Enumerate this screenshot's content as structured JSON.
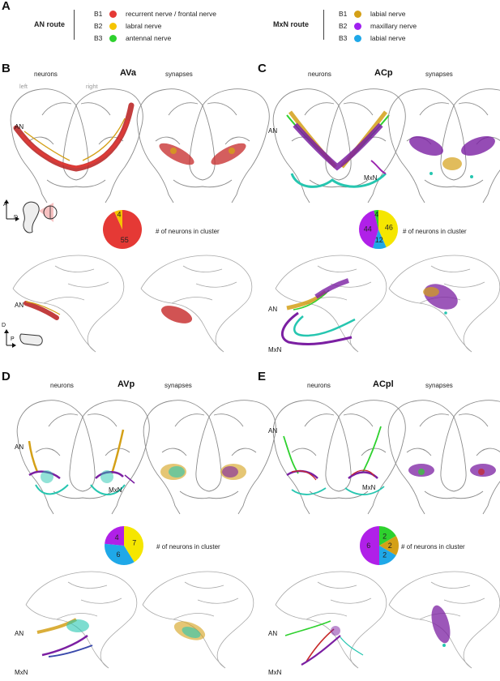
{
  "legend": {
    "an_route_label": "AN route",
    "mxn_route_label": "MxN route",
    "an_entries": [
      {
        "code": "B1",
        "name": "recurrent nerve / frontal nerve",
        "color": "#e53935"
      },
      {
        "code": "B2",
        "name": "labral nerve",
        "color": "#f5c400"
      },
      {
        "code": "B3",
        "name": "antennal nerve",
        "color": "#2ed12e"
      }
    ],
    "mxn_entries": [
      {
        "code": "B1",
        "name": "labial nerve",
        "color": "#d4a017"
      },
      {
        "code": "B2",
        "name": "maxillary nerve",
        "color": "#a020f0"
      },
      {
        "code": "B3",
        "name": "labial nerve",
        "color": "#1fa8e8"
      }
    ]
  },
  "panels": {
    "A": {
      "letter": "A"
    },
    "B": {
      "letter": "B",
      "cluster": "AVa",
      "neurons_label": "neurons",
      "synapses_label": "synapses",
      "left_label": "left",
      "right_label": "right",
      "an_label": "AN",
      "axis_top": "A",
      "axis_top_side": "D",
      "axis_bottom": "D",
      "axis_bottom_side": "P",
      "pie_caption": "# of neurons in cluster"
    },
    "C": {
      "letter": "C",
      "cluster": "ACp",
      "neurons_label": "neurons",
      "synapses_label": "synapses",
      "an_label": "AN",
      "mxn_label": "MxN",
      "pie_caption": "# of neurons in cluster"
    },
    "D": {
      "letter": "D",
      "cluster": "AVp",
      "neurons_label": "neurons",
      "synapses_label": "synapses",
      "an_label": "AN",
      "mxn_label": "MxN",
      "pie_caption": "# of neurons in cluster"
    },
    "E": {
      "letter": "E",
      "cluster": "ACpl",
      "neurons_label": "neurons",
      "synapses_label": "synapses",
      "an_label": "AN",
      "mxn_label": "MxN",
      "pie_caption": "# of neurons in cluster"
    }
  },
  "chart_data": [
    {
      "type": "pie",
      "panel": "B",
      "slices": [
        {
          "value": 55,
          "color": "#e53935",
          "label": "55"
        },
        {
          "value": 4,
          "color": "#f5c400",
          "label": "4"
        }
      ]
    },
    {
      "type": "pie",
      "panel": "C",
      "slices": [
        {
          "value": 46,
          "color": "#f5e600",
          "label": "46"
        },
        {
          "value": 12,
          "color": "#1fa8e8",
          "label": "12"
        },
        {
          "value": 44,
          "color": "#b020e8",
          "label": "44"
        },
        {
          "value": 4,
          "color": "#2ed12e",
          "label": "4"
        }
      ]
    },
    {
      "type": "pie",
      "panel": "D",
      "slices": [
        {
          "value": 7,
          "color": "#f5e600",
          "label": "7"
        },
        {
          "value": 6,
          "color": "#1fa8e8",
          "label": "6"
        },
        {
          "value": 4,
          "color": "#b020e8",
          "label": "4"
        }
      ]
    },
    {
      "type": "pie",
      "panel": "E",
      "slices": [
        {
          "value": 2,
          "color": "#2ed12e",
          "label": "2"
        },
        {
          "value": 2,
          "color": "#d4a017",
          "label": "2"
        },
        {
          "value": 2,
          "color": "#1fa8e8",
          "label": "2"
        },
        {
          "value": 6,
          "color": "#b020e8",
          "label": "6"
        }
      ]
    }
  ]
}
